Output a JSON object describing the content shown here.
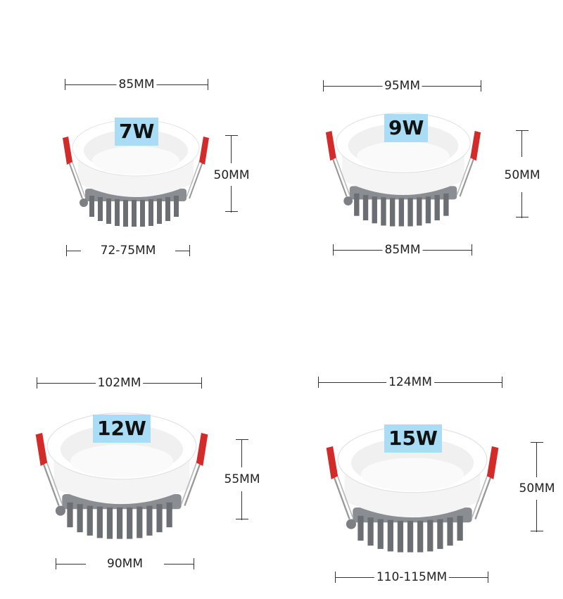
{
  "products": [
    {
      "wattage": "7W",
      "top_width": "85MM",
      "height": "50MM",
      "cutout": "72-75MM"
    },
    {
      "wattage": "9W",
      "top_width": "95MM",
      "height": "50MM",
      "cutout": "85MM"
    },
    {
      "wattage": "12W",
      "top_width": "102MM",
      "height": "55MM",
      "cutout": "90MM"
    },
    {
      "wattage": "15W",
      "top_width": "124MM",
      "height": "50MM",
      "cutout": "110-115MM"
    }
  ],
  "colors": {
    "badge_bg": "#a9dcf5",
    "clip_red": "#d32a2a",
    "heatsink_gray": "#6b6e72",
    "body_white": "#ffffff",
    "dimension_line": "#333333"
  },
  "icons": {
    "lamp": "led-downlight-illustration"
  }
}
